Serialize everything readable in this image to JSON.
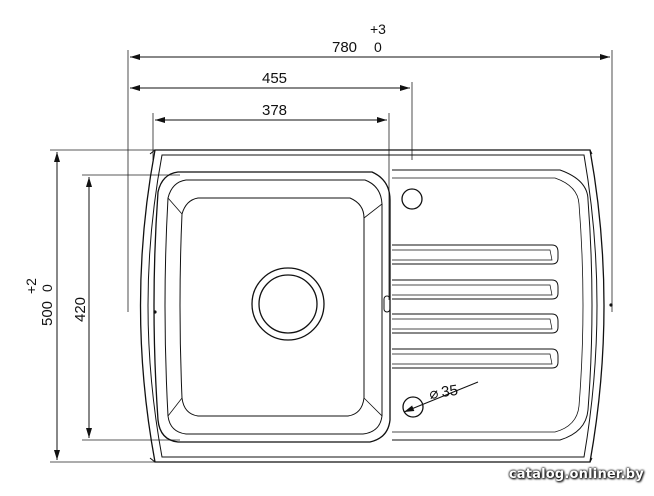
{
  "dimensions": {
    "overall_width": {
      "value": "780",
      "tol_plus": "+3",
      "tol_minus": "0"
    },
    "bowl_to_drain_width": {
      "value": "455"
    },
    "bowl_width": {
      "value": "378"
    },
    "overall_depth": {
      "value": "500",
      "tol_plus": "+2",
      "tol_minus": "0"
    },
    "bowl_depth": {
      "value": "420"
    },
    "hole_diameter": {
      "value": "35",
      "symbol": "⌀"
    }
  },
  "watermark": {
    "text": "catalog.onliner.by"
  }
}
